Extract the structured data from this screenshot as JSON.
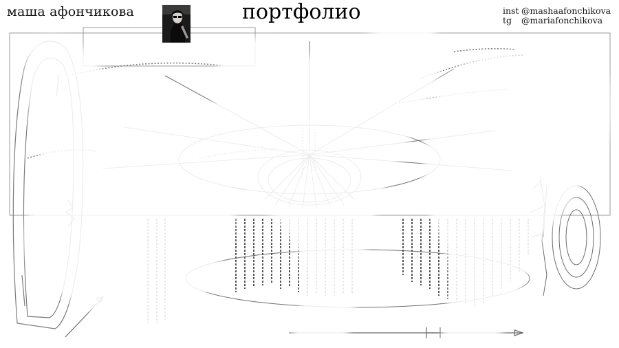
{
  "header": {
    "name": "маша афончикова",
    "title": "портфолио"
  },
  "contacts": [
    {
      "label": "inst",
      "handle": "@mashaafonchikova"
    },
    {
      "label": "tg",
      "handle": "@mariafonchikova"
    }
  ],
  "colors": {
    "background": "#ffffff",
    "ink": "#111111",
    "line": "#8a8a8a",
    "cloud": "#ffffff"
  },
  "icons": {
    "photo": "portrait-photo-icon"
  }
}
